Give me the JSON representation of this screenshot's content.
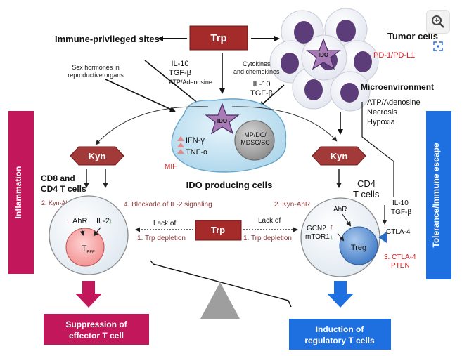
{
  "diagram": {
    "trp_top": "Trp",
    "trp_center": "Trp",
    "immune_privileged_sites": "Immune-privileged sites",
    "tumor_cells": "Tumor cells",
    "pd1_pdl1": "PD-1/PD-L1",
    "ido": "IDO",
    "sex_hormones_line1": "Sex hormones in",
    "sex_hormones_line2": "reproductive organs",
    "il10_top": "IL-10",
    "tgfb_top": "TGF-β",
    "atp_adenosine_top": "ATP/Adenosine",
    "cytokines_line1": "Cytokines",
    "cytokines_line2": "and chemokines",
    "il10_right": "IL-10",
    "tgfb_right": "TGF-β",
    "microenvironment": "Microenvironment",
    "atp_adenosine_right": "ATP/Adenosine",
    "necrosis": "Necrosis",
    "hypoxia": "Hypoxia",
    "inflammation": "Inflammation",
    "tolerance_escape": "Tolerance/Immune escape",
    "kyn_left": "Kyn",
    "kyn_right": "Kyn",
    "ifn_gamma": "IFN-γ",
    "tnf_alpha": "TNF-α",
    "mif": "MIF",
    "mp_dc_line1": "MP/DC/",
    "mp_dc_line2": "MDSC/SC",
    "ido_producing_cells": "IDO producing cells",
    "cd8_cd4_line1": "CD8 and",
    "cd8_cd4_line2": "CD4 T cells",
    "cd4_line1": "CD4",
    "cd4_line2": "T cells",
    "kyn_ahr_left": "2. Kyn-AhR",
    "blockade_il2": "4. Blockade of IL-2 signaling",
    "kyn_ahr_right": "2. Kyn-AhR",
    "ahr_left": "AhR",
    "il2": "IL-2",
    "teff": "T",
    "teff_sub": "EFF",
    "lack_of_left": "Lack of",
    "lack_of_right": "Lack of",
    "trp_depletion_left": "1. Trp depletion",
    "trp_depletion_right": "1. Trp depletion",
    "ahr_right": "AhR",
    "gcn2": "GCN2",
    "mtor1": "mTOR1",
    "treg": "Treg",
    "ctla4": "CTLA-4",
    "il10_bottom": "IL-10",
    "tgfb_bottom": "TGF-β",
    "ctla4_pten_line1": "3. CTLA-4",
    "ctla4_pten_line2": "PTEN",
    "suppression_line1": "Suppression of",
    "suppression_line2": "effector T cell",
    "induction_line1": "Induction of",
    "induction_line2": "regulatory T cells"
  },
  "colors": {
    "trp_box": "#a52a2a",
    "kyn_hex": "#a33a3a",
    "magenta": "#c2185b",
    "blue": "#1e6fe0",
    "red_text": "#d42020",
    "brown_text": "#8b3a3a"
  },
  "icons": {
    "zoom": "zoom-in-icon",
    "expand": "expand-icon"
  }
}
